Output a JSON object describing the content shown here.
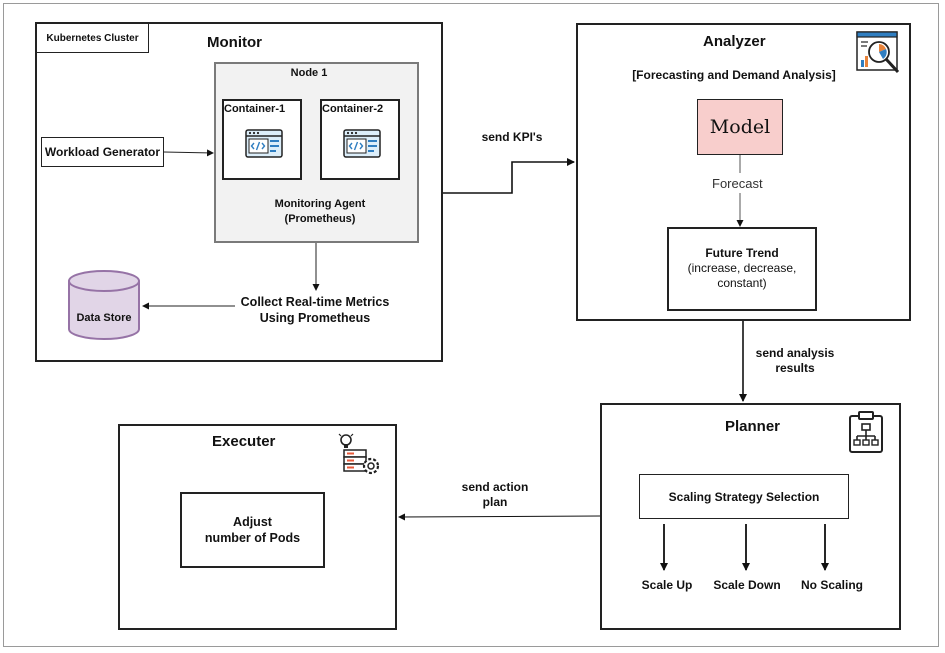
{
  "monitor": {
    "cluster_tag": "Kubernetes Cluster",
    "title": "Monitor",
    "node_title": "Node 1",
    "container1": "Container-1",
    "container2": "Container-2",
    "agent_line1": "Monitoring Agent",
    "agent_line2": "(Prometheus)",
    "workload_generator": "Workload Generator",
    "data_store": "Data Store",
    "collect_line1": "Collect Real-time Metrics",
    "collect_line2": "Using Prometheus"
  },
  "analyzer": {
    "title": "Analyzer",
    "subtitle": "[Forecasting and Demand Analysis]",
    "model": "Model",
    "forecast": "Forecast",
    "trend_title": "Future Trend",
    "trend_line1": "(increase, decrease,",
    "trend_line2": "constant)"
  },
  "planner": {
    "title": "Planner",
    "strategy": "Scaling Strategy Selection",
    "option1": "Scale Up",
    "option2": "Scale Down",
    "option3": "No Scaling"
  },
  "executer": {
    "title": "Executer",
    "action_line1": "Adjust",
    "action_line2": "number of Pods"
  },
  "edges": {
    "send_kpis": "send KPI's",
    "send_analysis_line1": "send analysis",
    "send_analysis_line2": "results",
    "send_action_line1": "send action",
    "send_action_line2": "plan"
  },
  "colors": {
    "model_fill": "#f8cecc",
    "node_fill": "#f2f2f2",
    "datastore_fill": "#e1d5e7",
    "datastore_stroke": "#9673a6",
    "icon_blue": "#2f7ec1"
  }
}
